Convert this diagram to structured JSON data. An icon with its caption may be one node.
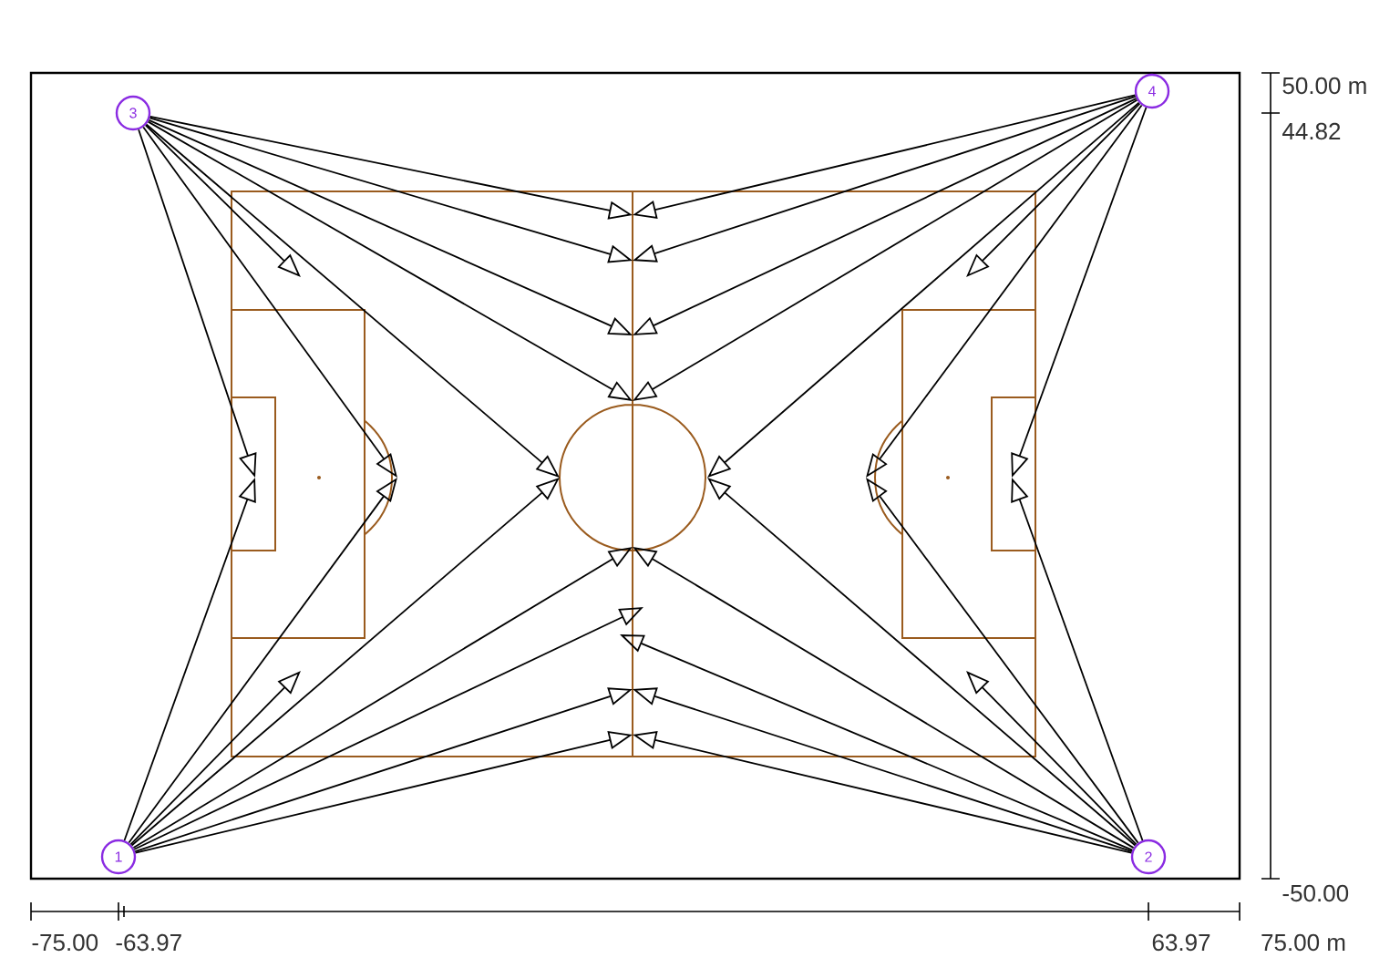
{
  "diagram": {
    "nodes": [
      {
        "text": [
          "3"
        ]
      },
      {
        "text": [
          "4"
        ]
      },
      {
        "text": [
          "1"
        ]
      },
      {
        "text": [
          "2"
        ]
      }
    ],
    "edges": [
      {
        "from": 0,
        "to": null,
        "arrow": "to"
      },
      {
        "from": 0,
        "to": null,
        "arrow": "to"
      },
      {
        "from": 0,
        "to": null,
        "arrow": "to"
      },
      {
        "from": 0,
        "to": null,
        "arrow": "to"
      },
      {
        "from": 0,
        "to": null,
        "arrow": "to"
      },
      {
        "from": 0,
        "to": null,
        "arrow": "to"
      },
      {
        "from": 0,
        "to": null,
        "arrow": "to"
      },
      {
        "from": 0,
        "to": null,
        "arrow": "to"
      },
      {
        "from": 1,
        "to": null,
        "arrow": "to"
      },
      {
        "from": 1,
        "to": null,
        "arrow": "to"
      },
      {
        "from": 1,
        "to": null,
        "arrow": "to"
      },
      {
        "from": 1,
        "to": null,
        "arrow": "to"
      },
      {
        "from": 1,
        "to": null,
        "arrow": "to"
      },
      {
        "from": 1,
        "to": null,
        "arrow": "to"
      },
      {
        "from": 1,
        "to": null,
        "arrow": "to"
      },
      {
        "from": 1,
        "to": null,
        "arrow": "to"
      },
      {
        "from": 2,
        "to": null,
        "arrow": "to"
      },
      {
        "from": 2,
        "to": null,
        "arrow": "to"
      },
      {
        "from": 2,
        "to": null,
        "arrow": "to"
      },
      {
        "from": 2,
        "to": null,
        "arrow": "to"
      },
      {
        "from": 2,
        "to": null,
        "arrow": "to"
      },
      {
        "from": 2,
        "to": null,
        "arrow": "to"
      },
      {
        "from": 2,
        "to": null,
        "arrow": "to"
      },
      {
        "from": 2,
        "to": null,
        "arrow": "to"
      },
      {
        "from": 3,
        "to": null,
        "arrow": "to"
      },
      {
        "from": 3,
        "to": null,
        "arrow": "to"
      },
      {
        "from": 3,
        "to": null,
        "arrow": "to"
      },
      {
        "from": 3,
        "to": null,
        "arrow": "to"
      },
      {
        "from": 3,
        "to": null,
        "arrow": "to"
      },
      {
        "from": 3,
        "to": null,
        "arrow": "to"
      },
      {
        "from": 3,
        "to": null,
        "arrow": "to"
      },
      {
        "from": 3,
        "to": null,
        "arrow": "to"
      }
    ],
    "labels": [
      "50.00 m",
      "44.82",
      "-50.00",
      "-75.00",
      "-63.97",
      "63.97",
      "75.00 m"
    ]
  }
}
